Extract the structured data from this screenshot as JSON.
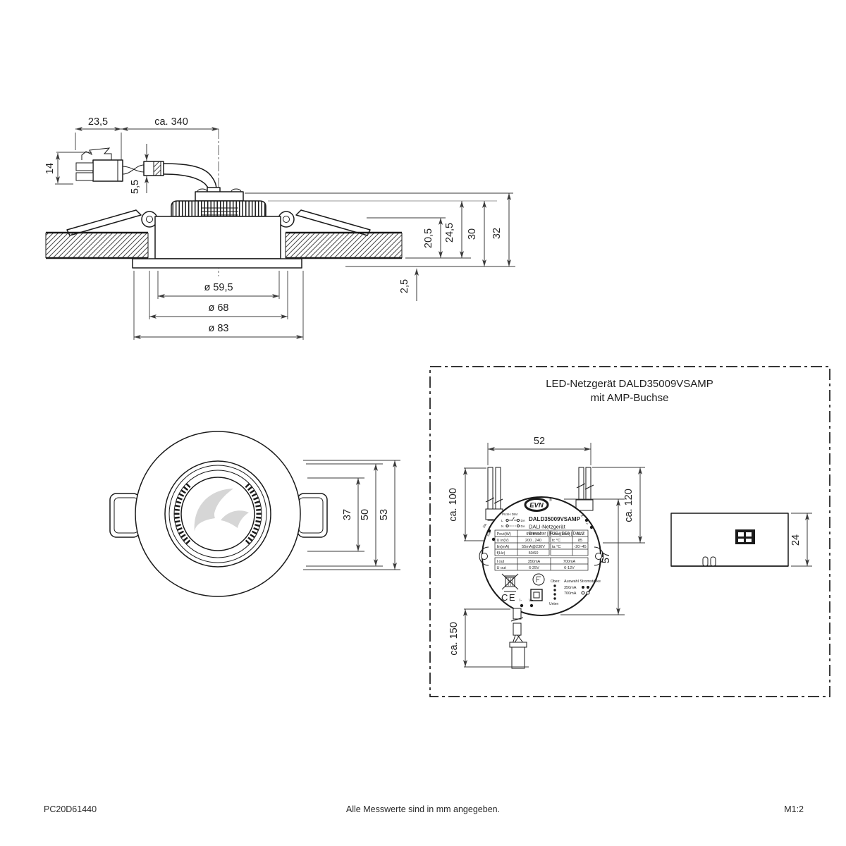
{
  "side_view": {
    "dim_connector_length": "23,5",
    "dim_cable_length": "ca. 340",
    "dim_connector_height": "14",
    "dim_cable_diameter": "5,5",
    "dim_recess_above_ceiling": "20,5",
    "dim_recess_total": "24,5",
    "dim_height_30": "30",
    "dim_height_32": "32",
    "dim_trim_thickness": "2,5",
    "dim_cutout_dia": "ø 59,5",
    "dim_body_dia": "ø 68",
    "dim_trim_dia": "ø 83"
  },
  "front_view": {
    "dim_lens": "37",
    "dim_inner_ring": "50",
    "dim_outer_ring": "53"
  },
  "psu": {
    "title_line1": "LED-Netzgerät DALD35009VSAMP",
    "title_line2": "mit AMP-Buchse",
    "dim_width": "52",
    "dim_wires_left": "ca. 100",
    "dim_wires_right": "ca. 120",
    "dim_height": "57",
    "dim_wire_bottom": "ca. 150",
    "dim_side_height": "24",
    "label": {
      "brand": "EVN",
      "reg_mark": "®",
      "push_dim": "PUSH DIM",
      "wiring_l": "L",
      "wiring_n": "N",
      "wiring_da1": "DA",
      "wiring_da2": "DA",
      "terminal_da1": "DA",
      "terminal_da2": "DA",
      "terminal_n": "N",
      "terminal_l": "L",
      "model": "DALD35009VSAMP",
      "type": "DALI-Netzgerät",
      "features": "Dimmbar | IP20 | DT6 | DALI2",
      "spec_table": [
        [
          "Pout(W)",
          "9W max",
          "Uout(Max)",
          "25V"
        ],
        [
          "U in(V)",
          "200...240",
          "tc °C",
          "85"
        ],
        [
          "Iin(mA)",
          "55mA@230V",
          "ta °C",
          "-20~45"
        ],
        [
          "f(Hz)",
          "50/60",
          "",
          ""
        ]
      ],
      "output_table": [
        [
          "I out",
          "350mA",
          "700mA"
        ],
        [
          "U out",
          "6-25V",
          "6-12V"
        ]
      ],
      "ce_mark": "CE",
      "sel_oben": "Oben:",
      "sel_title": "Auswahl Stromstärke",
      "sel_350": "350mA",
      "sel_700": "700mA",
      "sel_unten": "Unten",
      "term_minus": "I-",
      "term_plus": "V+"
    }
  },
  "footer": {
    "doc_number": "PC20D61440",
    "note": "Alle Messwerte sind in mm angegeben.",
    "scale": "M1:2"
  }
}
